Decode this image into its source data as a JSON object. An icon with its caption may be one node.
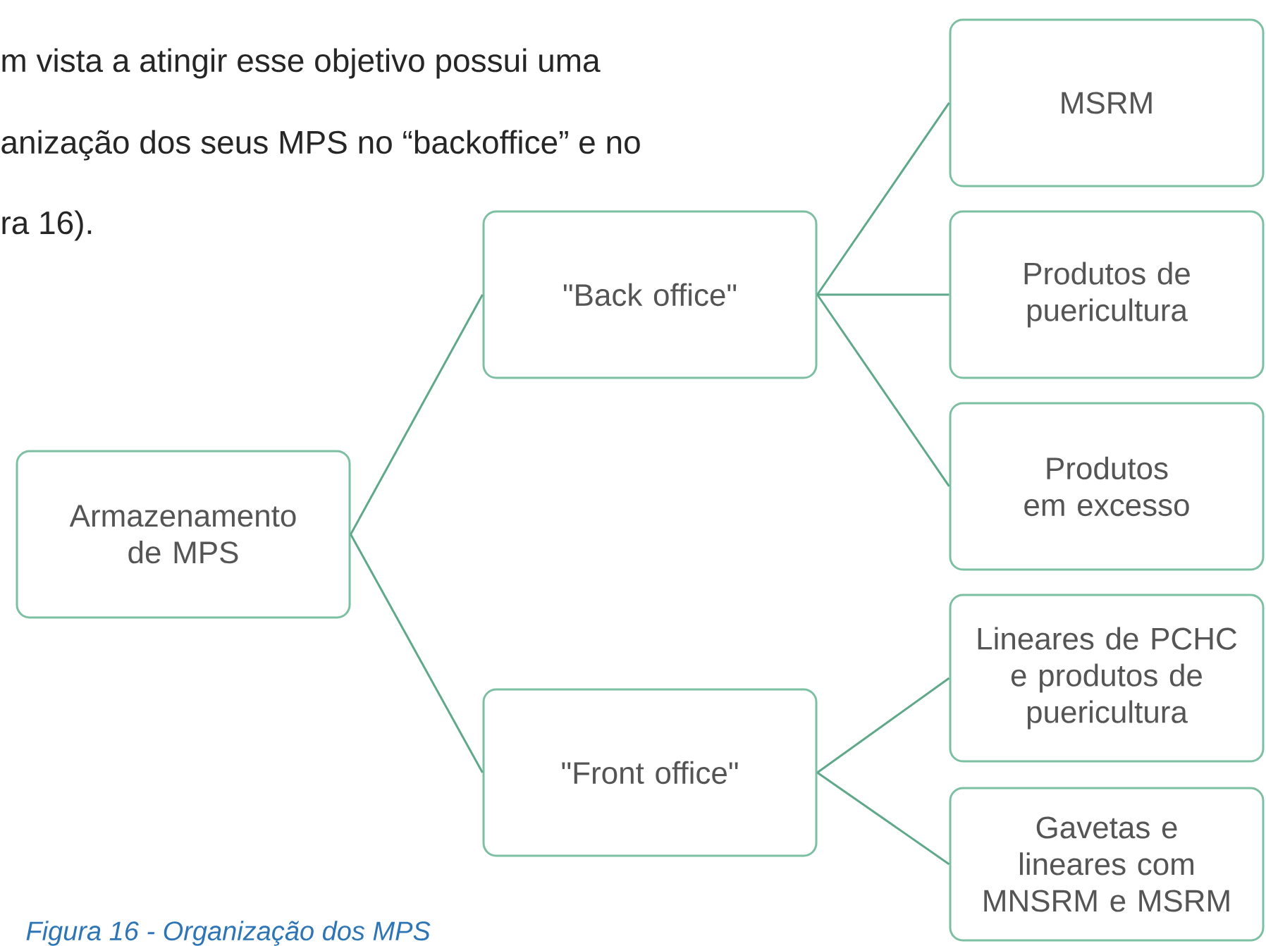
{
  "diagram": {
    "caption": "Figura 16 - Organização dos MPS",
    "nodes": [
      {
        "text": [
          "Armazenamento de MPS"
        ]
      },
      {
        "text": [
          "\"Back office\""
        ]
      },
      {
        "text": [
          "\"Front office\""
        ]
      },
      {
        "text": [
          "MSRM"
        ]
      },
      {
        "text": [
          "Produtos de puericultura"
        ]
      },
      {
        "text": [
          "Produtos em excesso"
        ]
      },
      {
        "text": [
          "Lineares de PCHC e produtos de puericultura"
        ]
      },
      {
        "text": [
          "Gavetas e lineares com MNSRM e MSRM"
        ]
      }
    ],
    "edges": [
      {
        "from": 0,
        "to": 1,
        "arrow": "none"
      },
      {
        "from": 0,
        "to": 2,
        "arrow": "none"
      },
      {
        "from": 1,
        "to": 3,
        "arrow": "none"
      },
      {
        "from": 1,
        "to": 4,
        "arrow": "none"
      },
      {
        "from": 1,
        "to": 5,
        "arrow": "none"
      },
      {
        "from": 2,
        "to": 6,
        "arrow": "none"
      },
      {
        "from": 2,
        "to": 7,
        "arrow": "none"
      }
    ],
    "labels": [
      "m vista a atingir esse objetivo possui uma",
      "anização dos seus MPS no “backoffice” e no",
      "ra 16)."
    ]
  }
}
